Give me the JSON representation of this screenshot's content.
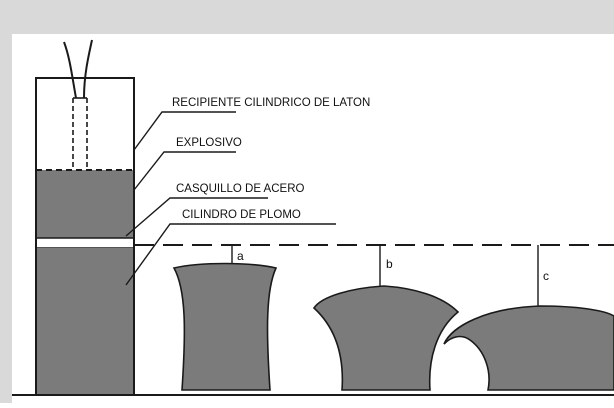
{
  "colors": {
    "background": "#ffffff",
    "border_gray": "#d9d9d9",
    "ink": "#1a1a1a",
    "fill_gray": "#7b7b7b"
  },
  "labels": {
    "brass_container": "RECIPIENTE CILINDRICO DE LATON",
    "explosive": "EXPLOSIVO",
    "steel_cap": "CASQUILLO DE ACERO",
    "lead_cylinder": "CILINDRO DE PLOMO"
  },
  "markers": {
    "a": "a",
    "b": "b",
    "c": "c"
  }
}
